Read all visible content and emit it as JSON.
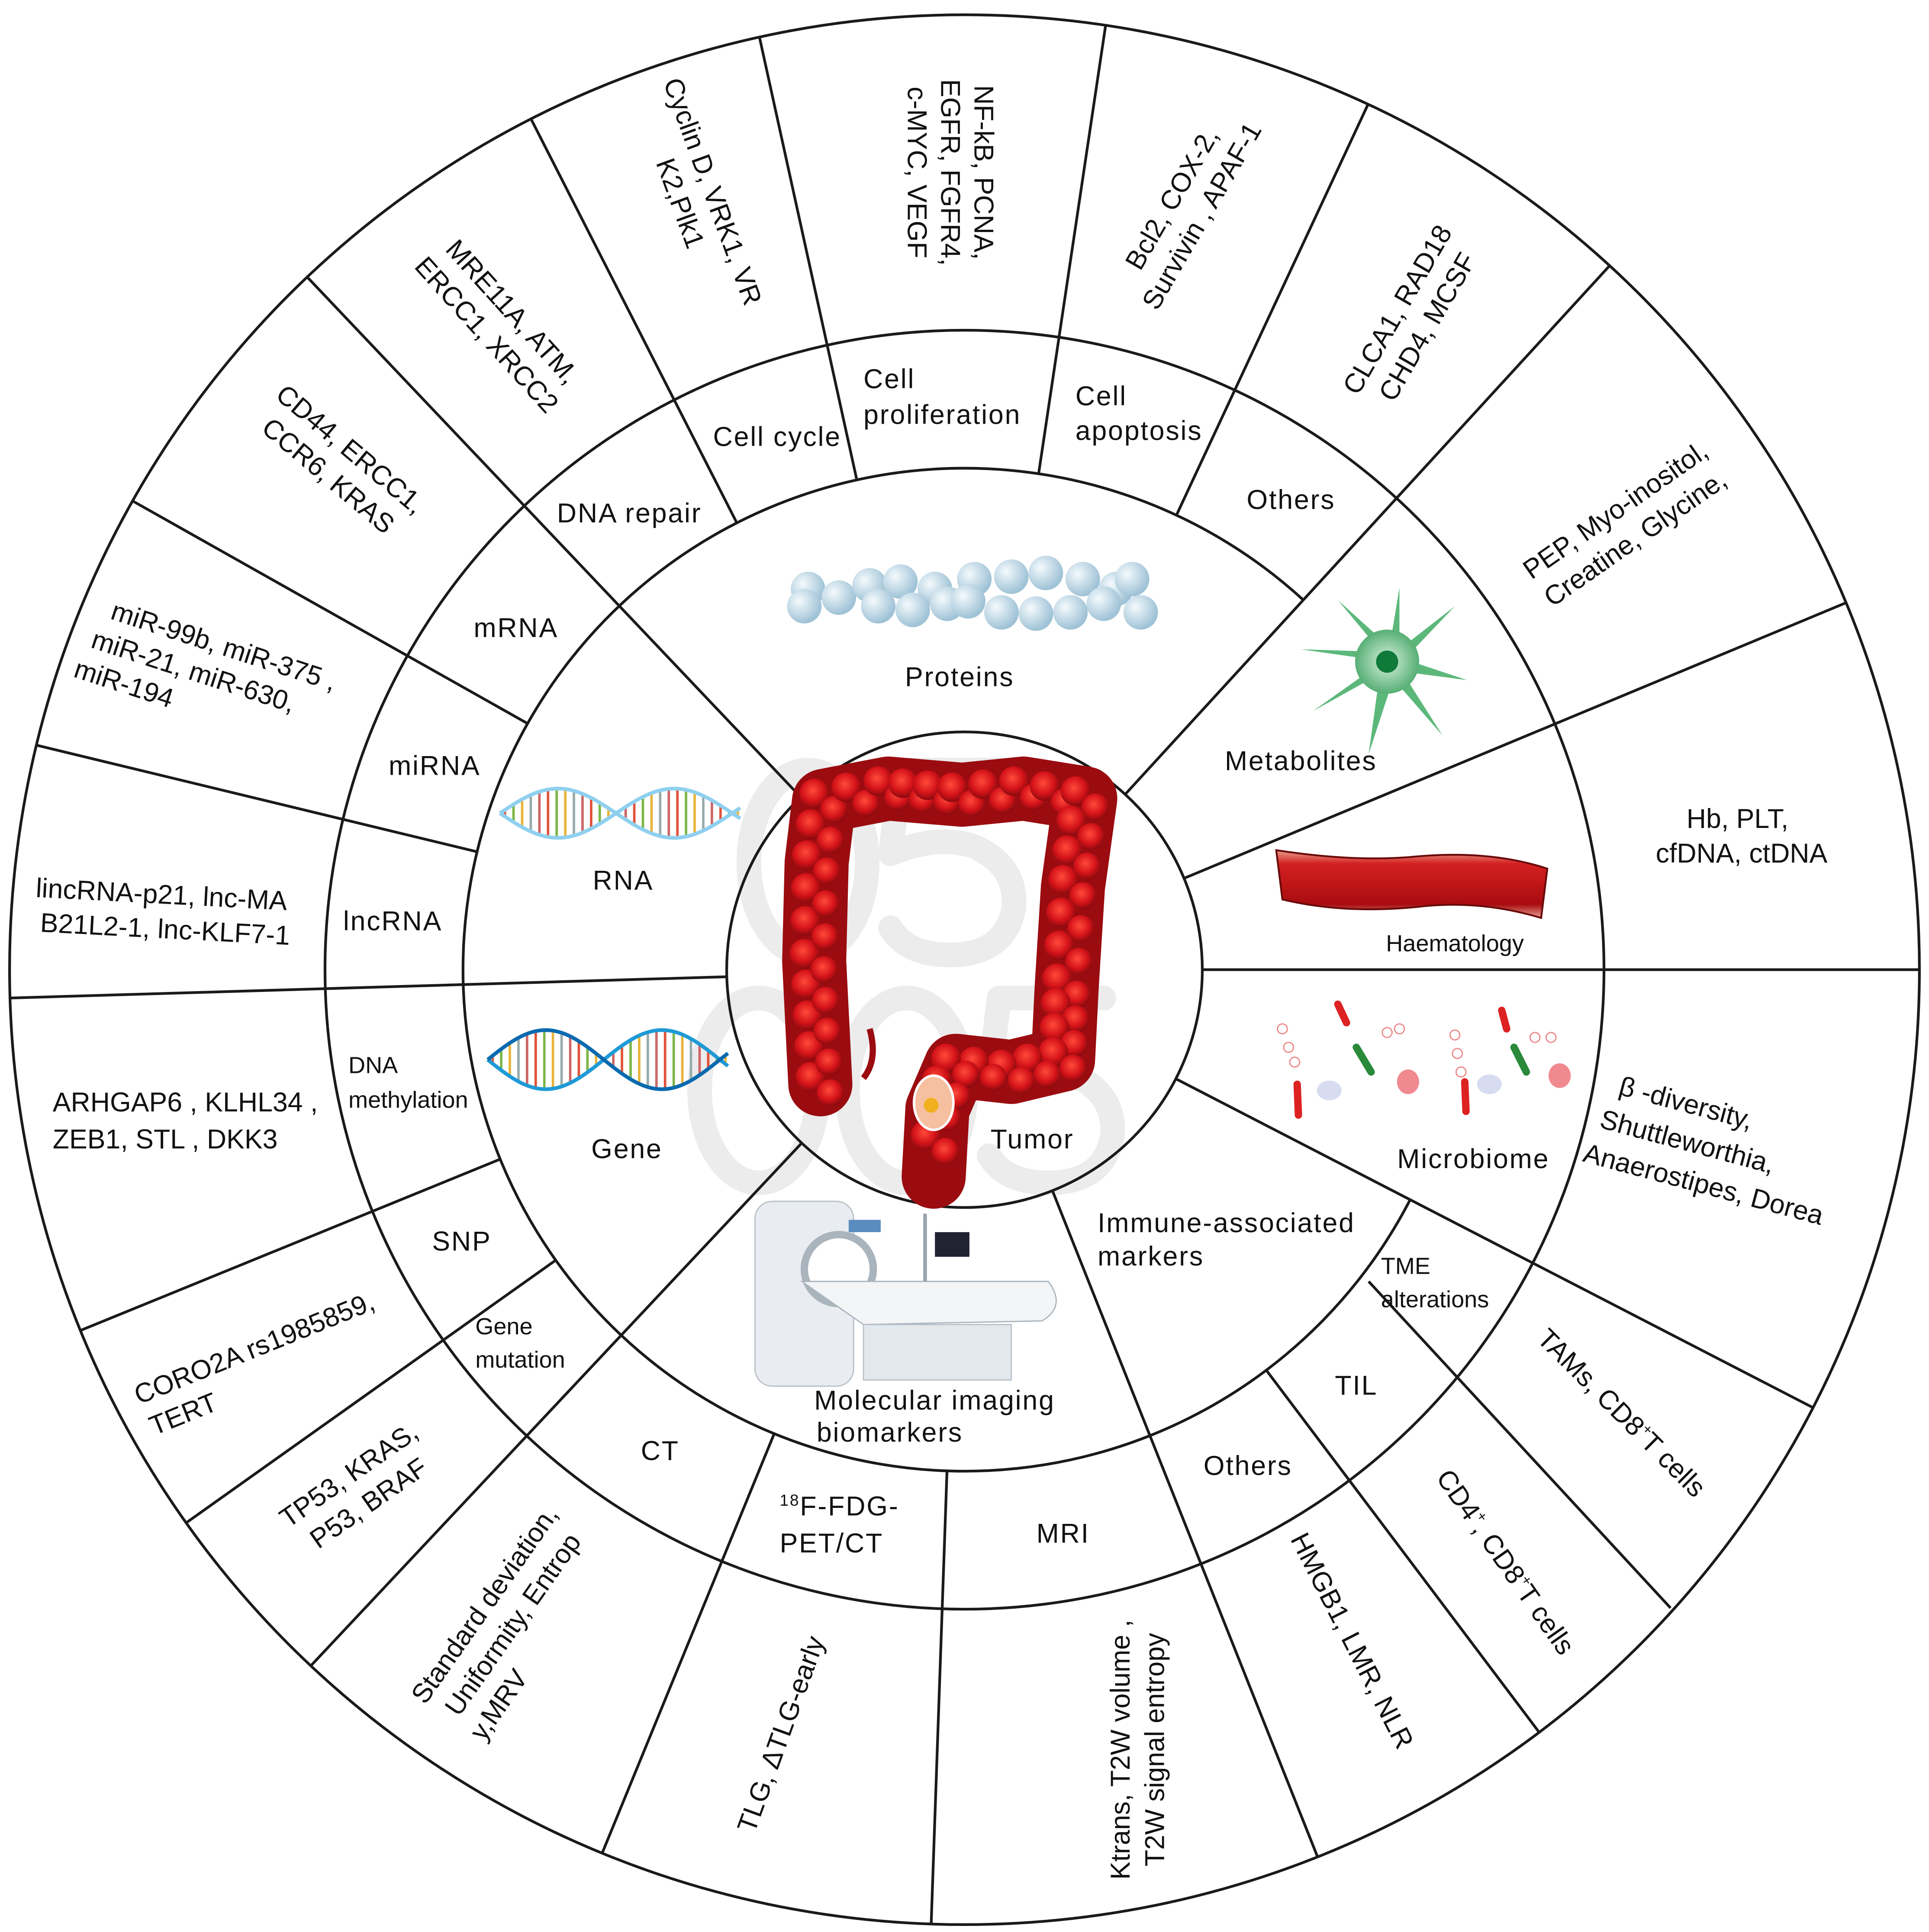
{
  "watermark": {
    "line1": "05",
    "line2": "005"
  },
  "center": {
    "label": "Tumor"
  },
  "categories": {
    "proteins": "Proteins",
    "rna": "RNA",
    "gene": "Gene",
    "metabolites": "Metabolites",
    "haematology": "Haematology",
    "microbiome": "Microbiome",
    "immune": [
      "Immune-associated",
      "markers"
    ],
    "imaging": [
      "Molecular  imaging",
      "biomarkers"
    ]
  },
  "subcategories": {
    "dna_repair": "DNA repair",
    "cell_cycle": "Cell cycle",
    "cell_proliferation": [
      "Cell",
      "proliferation"
    ],
    "cell_apoptosis": [
      "Cell",
      "apoptosis"
    ],
    "protein_others": "Others",
    "mrna": "mRNA",
    "mirna": "miRNA",
    "lncrna": "lncRNA",
    "dna_methylation": [
      "DNA",
      "methylation"
    ],
    "snp": "SNP",
    "gene_mutation": [
      "Gene",
      "mutation"
    ],
    "ct": "CT",
    "pet": {
      "sup": "18",
      "rest": "F-FDG-",
      "line2": "PET/CT"
    },
    "mri": "MRI",
    "immune_others": "Others",
    "til": "TIL",
    "tme": [
      "TME",
      "alterations"
    ]
  },
  "markers": {
    "mrna": [
      "CD44, ERCC1,",
      "CCR6, KRAS"
    ],
    "dna_repair": [
      "MRE11A, ATM,",
      "ERCC1,   XRCC2"
    ],
    "cell_cycle": [
      "Cyclin D, VRK1, VR",
      "K2,Plk1"
    ],
    "cell_proliferation": [
      "NF-kB, PCNA,",
      "EGFR, FGFR4,",
      "c-MYC, VEGF"
    ],
    "cell_apoptosis": [
      "Bcl2, COX-2,",
      "Survivin , APAF-1"
    ],
    "protein_others": [
      "CLCA1,  RAD18",
      "CHD4, MCSF"
    ],
    "metabolites": [
      "PEP,  Myo-inositol,",
      "Creatine, Glycine,"
    ],
    "haematology": [
      "Hb, PLT,",
      "cfDNA, ctDNA"
    ],
    "microbiome": [
      "β -diversity,",
      "Shuttleworthia,",
      "Anaerostipes, Dorea"
    ],
    "tme": {
      "a": "TAMs,   CD8",
      "sup": "+",
      "b": "T cells"
    },
    "til": {
      "a": "CD4",
      "sup1": "+",
      "b": ", CD8",
      "sup2": "+",
      "c": "T cells"
    },
    "immune_others": [
      "HMGB1, LMR,  NLR"
    ],
    "mri": [
      "Ktrans, T2W volume ,",
      "T2W signal entropy"
    ],
    "pet": [
      "TLG, ΔTLG-early"
    ],
    "ct": [
      "Standard deviation,",
      "Uniformity,  Entrop",
      "y,MRV"
    ],
    "gene_mutation": [
      "TP53, KRAS,",
      "P53,   BRAF"
    ],
    "snp": [
      "CORO2A rs1985859,",
      "TERT"
    ],
    "dna_methylation": [
      "ARHGAP6 , KLHL34 ,",
      "ZEB1, STL , DKK3"
    ],
    "lncrna": [
      "lincRNA-p21,  lnc-MA",
      "B21L2-1, lnc-KLF7-1"
    ],
    "mirna": [
      "miR-99b,  miR-375 ,",
      "miR-21, miR-630,",
      "miR-194"
    ]
  },
  "colors": {
    "line": "#1a1a1a",
    "colon": "#c8141a",
    "protein": "#b8d4e4",
    "neuron": "#3a9a5a",
    "dna_blue": "#1e9ad6"
  }
}
